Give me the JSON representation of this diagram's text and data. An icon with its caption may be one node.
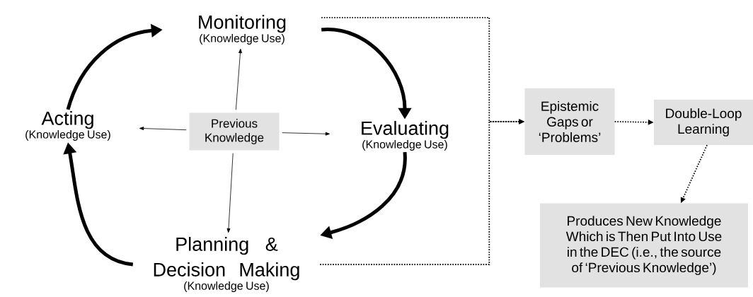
{
  "diagram": {
    "nodes": [
      {
        "text": [
          "Monitoring",
          "(Knowledge Use)"
        ]
      },
      {
        "text": [
          "Acting",
          "(Knowledge Use)"
        ]
      },
      {
        "text": [
          "Previous Knowledge"
        ]
      },
      {
        "text": [
          "Evaluating",
          "(Knowledge Use)"
        ]
      },
      {
        "text": [
          "Planning & Decision Making",
          "(Knowledge Use)"
        ]
      },
      {
        "text": [
          "Epistemic Gaps or ‘Problems’"
        ]
      },
      {
        "text": [
          "Double-Loop Learning"
        ]
      },
      {
        "text": [
          "Produces New Knowledge Which is Then Put Into Use in the DEC (i.e., the source of ‘Previous Knowledge’)"
        ]
      }
    ],
    "edges": [
      {
        "from": 1,
        "to": 0,
        "arrow": "to",
        "style": "thick"
      },
      {
        "from": 0,
        "to": 3,
        "arrow": "to",
        "style": "thick"
      },
      {
        "from": 3,
        "to": 4,
        "arrow": "to",
        "style": "thick"
      },
      {
        "from": 4,
        "to": 1,
        "arrow": "to",
        "style": "thick"
      },
      {
        "from": 2,
        "to": 0,
        "arrow": "to"
      },
      {
        "from": 2,
        "to": 1,
        "arrow": "to"
      },
      {
        "from": 2,
        "to": 3,
        "arrow": "to"
      },
      {
        "from": 2,
        "to": 4,
        "arrow": "to"
      },
      {
        "from": 0,
        "to": 5,
        "arrow": "to",
        "style": "dashed"
      },
      {
        "from": 4,
        "to": 5,
        "arrow": "to",
        "style": "dashed"
      },
      {
        "from": 5,
        "to": 6,
        "arrow": "to",
        "style": "dashed"
      },
      {
        "from": 6,
        "to": 7,
        "arrow": "to",
        "style": "dashed"
      }
    ]
  }
}
